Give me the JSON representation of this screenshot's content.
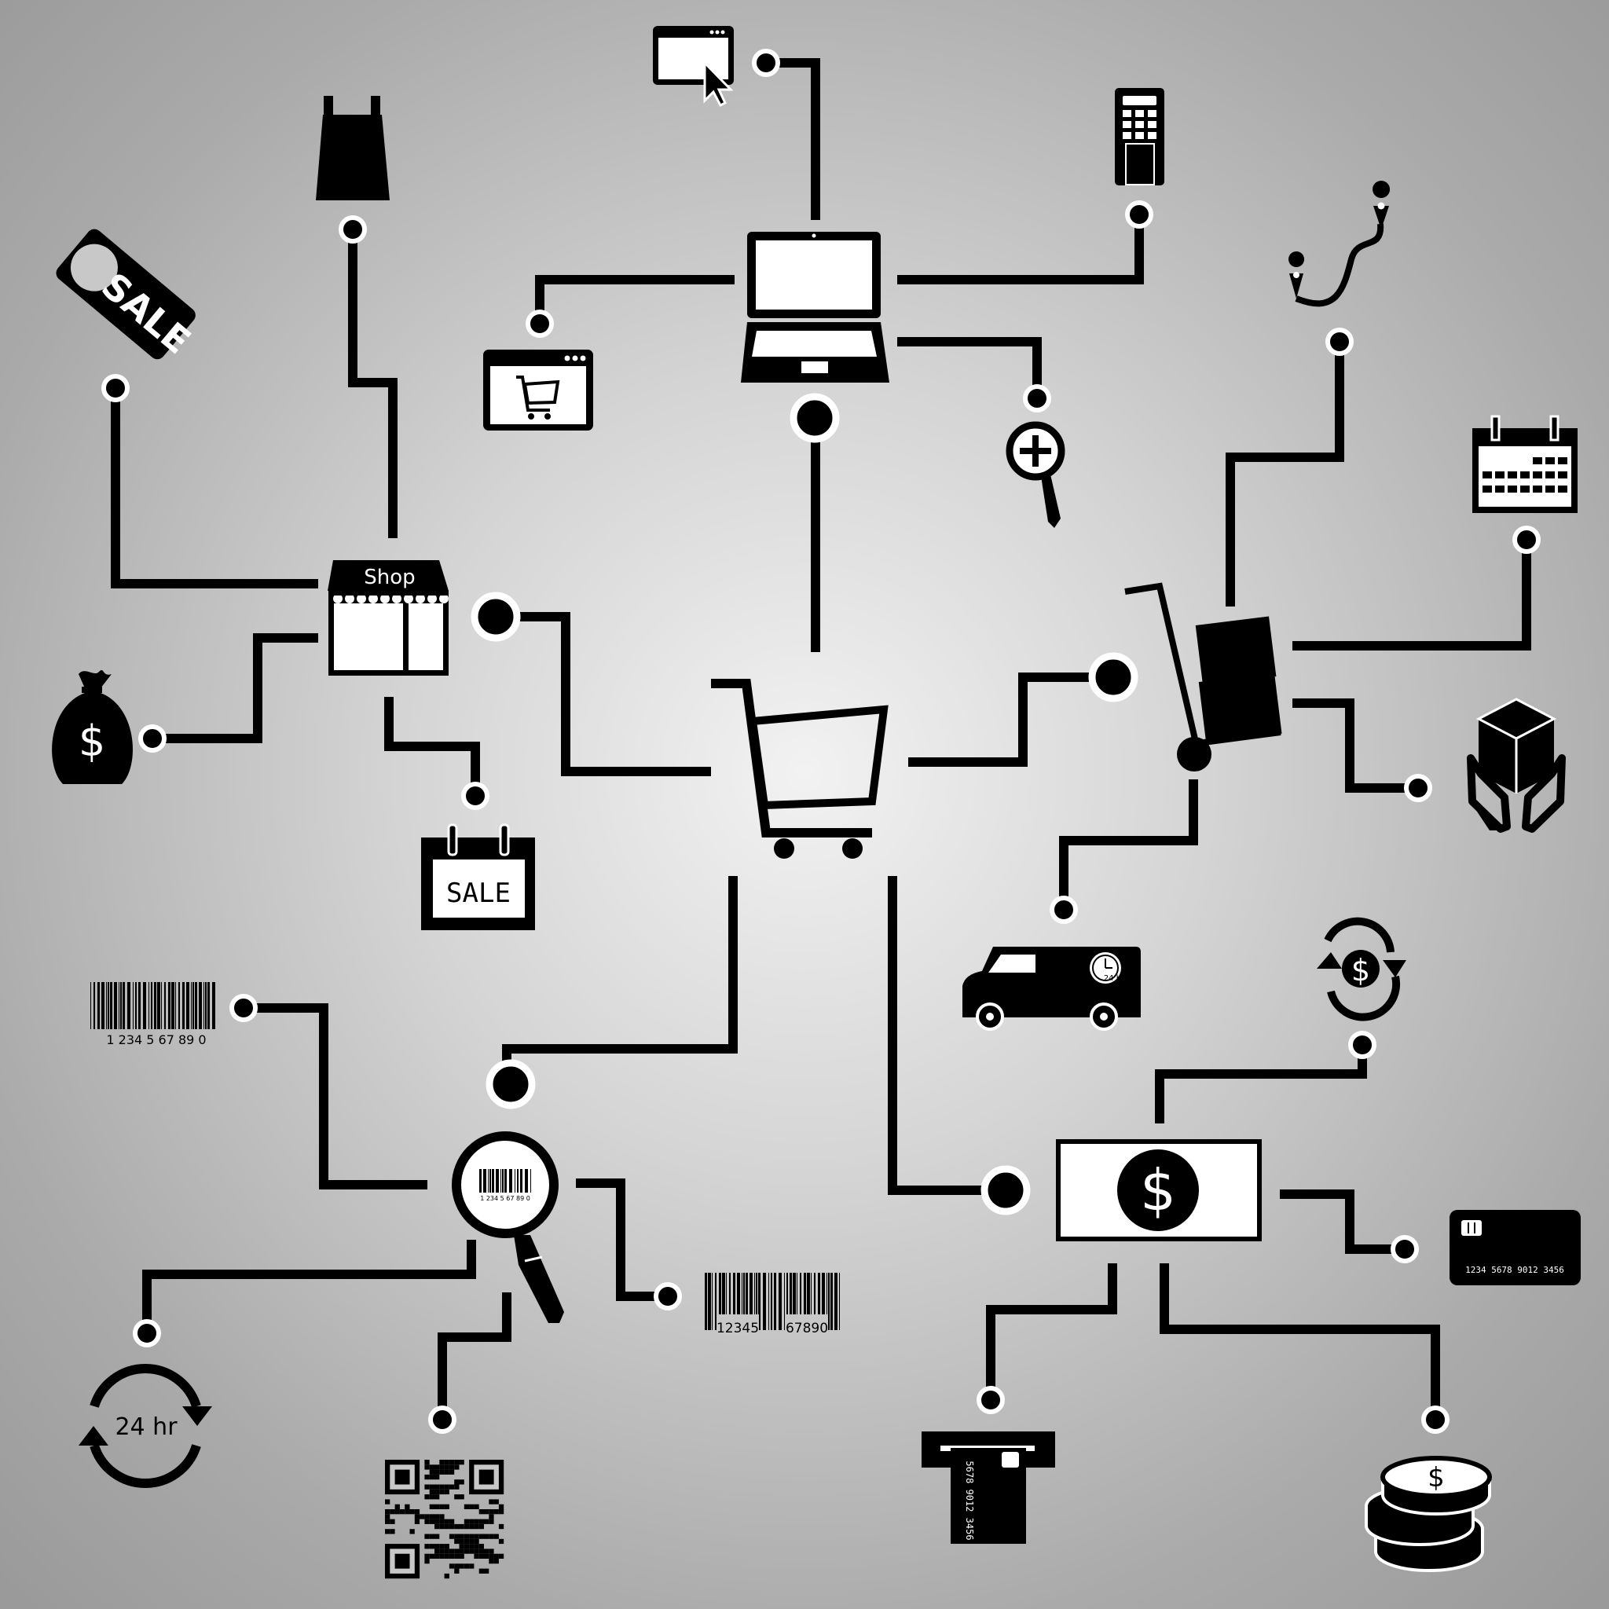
{
  "labels": {
    "shop": "Shop",
    "sale_tag": "SALE",
    "sale_calendar": "SALE",
    "dollar": "$",
    "hours_24": "24 hr",
    "van_badge": "24 hr",
    "barcode_small_digits": "1 234 5 67 89 0",
    "magnifier_barcode_digits": "1 234 5 67 89 0",
    "barcode_large_left": "12345",
    "barcode_large_right": "67890",
    "card_number": "1234  5678  9012  3456",
    "atm_card_number": "5678  9012  3456"
  },
  "colors": {
    "ink": "#000000",
    "paper": "#ffffff",
    "background": "#c8c8c8"
  },
  "nodes": [
    {
      "id": "cart",
      "icon": "shopping-cart-icon"
    },
    {
      "id": "laptop",
      "icon": "laptop-icon"
    },
    {
      "id": "browser-click",
      "icon": "browser-cursor-icon"
    },
    {
      "id": "pos-terminal",
      "icon": "card-terminal-icon"
    },
    {
      "id": "browser-cart",
      "icon": "online-cart-icon"
    },
    {
      "id": "zoom-in",
      "icon": "zoom-in-icon"
    },
    {
      "id": "route",
      "icon": "route-icon"
    },
    {
      "id": "calendar",
      "icon": "calendar-icon"
    },
    {
      "id": "shopping-bag",
      "icon": "shopping-bag-icon"
    },
    {
      "id": "sale-tag",
      "icon": "sale-tag-icon"
    },
    {
      "id": "shop",
      "icon": "shop-icon"
    },
    {
      "id": "money-bag",
      "icon": "money-bag-icon"
    },
    {
      "id": "sale-calendar",
      "icon": "sale-calendar-icon"
    },
    {
      "id": "hand-truck",
      "icon": "hand-truck-icon"
    },
    {
      "id": "package-hands",
      "icon": "package-hands-icon"
    },
    {
      "id": "delivery-van",
      "icon": "delivery-van-icon"
    },
    {
      "id": "money-exchange",
      "icon": "money-exchange-icon"
    },
    {
      "id": "banknote",
      "icon": "banknote-icon"
    },
    {
      "id": "credit-card",
      "icon": "credit-card-icon"
    },
    {
      "id": "atm-card",
      "icon": "atm-card-icon"
    },
    {
      "id": "coins",
      "icon": "coins-icon"
    },
    {
      "id": "barcode-scanner",
      "icon": "barcode-magnifier-icon"
    },
    {
      "id": "barcode-small",
      "icon": "barcode-icon"
    },
    {
      "id": "barcode-large",
      "icon": "barcode-icon"
    },
    {
      "id": "clock-24",
      "icon": "24-hours-icon"
    },
    {
      "id": "qr-code",
      "icon": "qr-code-icon"
    }
  ]
}
